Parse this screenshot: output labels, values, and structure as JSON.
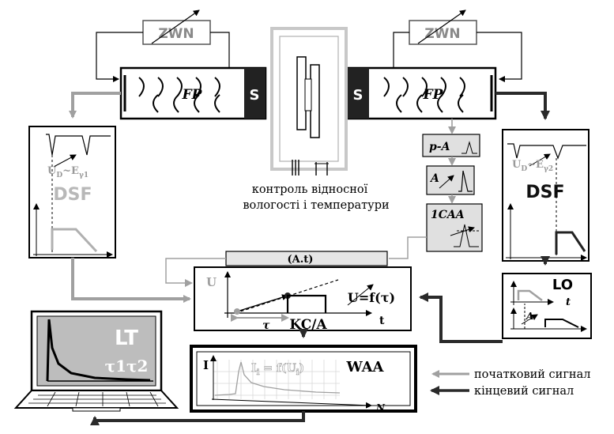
{
  "zwn_left": "ZWN",
  "zwn_right": "ZWN",
  "fp_left": "FP",
  "fp_right": "FP",
  "s_left": "S",
  "s_right": "S",
  "dsf_left": {
    "formula": "U",
    "sub": "D",
    "tilde": "~E",
    "gsub": "γ1",
    "title": "DSF"
  },
  "dsf_right": {
    "formula": "U",
    "sub": "D",
    "tilde": "~E",
    "gsub": "γ2",
    "title": "DSF"
  },
  "pa_label": "p-A",
  "a_label": "A",
  "caa_label": "1CAA",
  "humidity_line1": "контроль відносної",
  "humidity_line2": "вологості і температури",
  "at_label": "(A.t)",
  "kca": {
    "u_axis": "U",
    "t_axis": "t",
    "tau": "τ",
    "func": "U=f(τ)",
    "title": "KC/A"
  },
  "lo": {
    "title": "LO",
    "t_axis": "t",
    "a": "A"
  },
  "waa": {
    "i_axis": "I",
    "n_axis": "N",
    "func": "I",
    "func_sub": "i",
    "func_rest": " = f(U",
    "func_sub2": "i",
    "func_close": ")",
    "title": "WAA"
  },
  "lt": {
    "title": "LT",
    "taus": "τ1τ2"
  },
  "legend": {
    "initial": "початковий сигнал",
    "final": "кінцевий сигнал",
    "initial_color": "#a0a0a0",
    "final_color": "#2a2a2a"
  }
}
